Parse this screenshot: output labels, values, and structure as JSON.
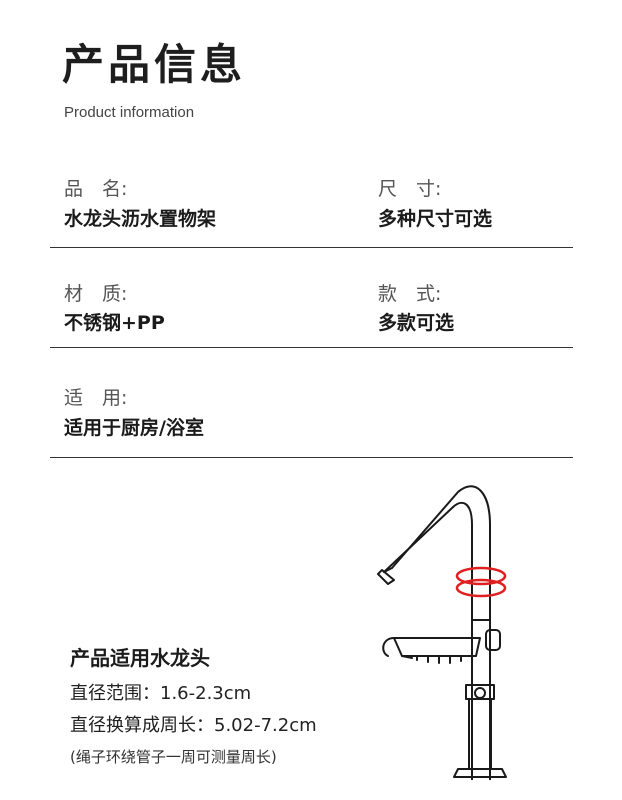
{
  "header": {
    "title": "产品信息",
    "subtitle": "Product information"
  },
  "info": {
    "name_label": "品　名:",
    "name_value": "水龙头沥水置物架",
    "size_label": "尺　寸:",
    "size_value": "多种尺寸可选",
    "material_label": "材　质:",
    "material_value": "不锈钢+PP",
    "style_label": "款　式:",
    "style_value": "多款可选",
    "use_label": "适　用:",
    "use_value": "适用于厨房/浴室"
  },
  "fit": {
    "title": "产品适用水龙头",
    "line1": "直径范围：1.6-2.3cm",
    "line2": "直径换算成周长：5.02-7.2cm",
    "note": "(绳子环绕管子一周可测量周长)"
  },
  "illustration": {
    "icon": "faucet-with-rack-icon",
    "ring_color": "#e02020",
    "line_color": "#1a1a1a"
  }
}
